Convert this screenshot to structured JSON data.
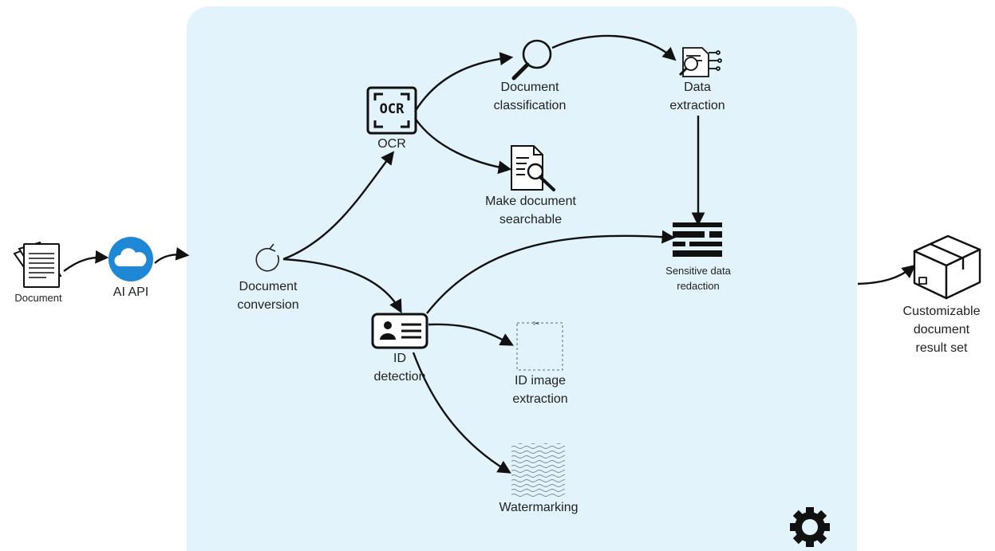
{
  "nodes": {
    "document": {
      "label": "Document",
      "icon": "document-stack-icon"
    },
    "ai_api": {
      "label": "AI API",
      "icon": "cloud-icon",
      "color": "#1e88d6"
    },
    "document_conversion": {
      "label": "Document\nconversion",
      "icon": "refresh-icon"
    },
    "ocr": {
      "label": "OCR",
      "icon_text": "OCR",
      "icon": "ocr-scan-icon"
    },
    "document_classification": {
      "label": "Document\nclassification",
      "icon": "magnifier-icon"
    },
    "data_extraction": {
      "label": "Data\nextraction",
      "icon": "document-search-circuit-icon"
    },
    "make_searchable": {
      "label": "Make document\nsearchable",
      "icon": "document-magnifier-icon"
    },
    "sensitive_redaction": {
      "label": "Sensitive data\nredaction",
      "icon": "redaction-bars-icon"
    },
    "id_detection": {
      "label": "ID\ndetection",
      "icon": "id-card-icon"
    },
    "id_image_extraction": {
      "label": "ID image\nextraction",
      "icon": "scissors-crop-icon"
    },
    "watermarking": {
      "label": "Watermarking",
      "icon": "watermark-pattern-icon"
    },
    "result_set": {
      "label": "Customizable\ndocument\nresult set",
      "icon": "package-box-icon"
    },
    "settings": {
      "icon": "gear-icon"
    }
  },
  "colors": {
    "panel": "#e2f3fb",
    "arrow": "#111111",
    "cloud": "#1e88d6"
  }
}
